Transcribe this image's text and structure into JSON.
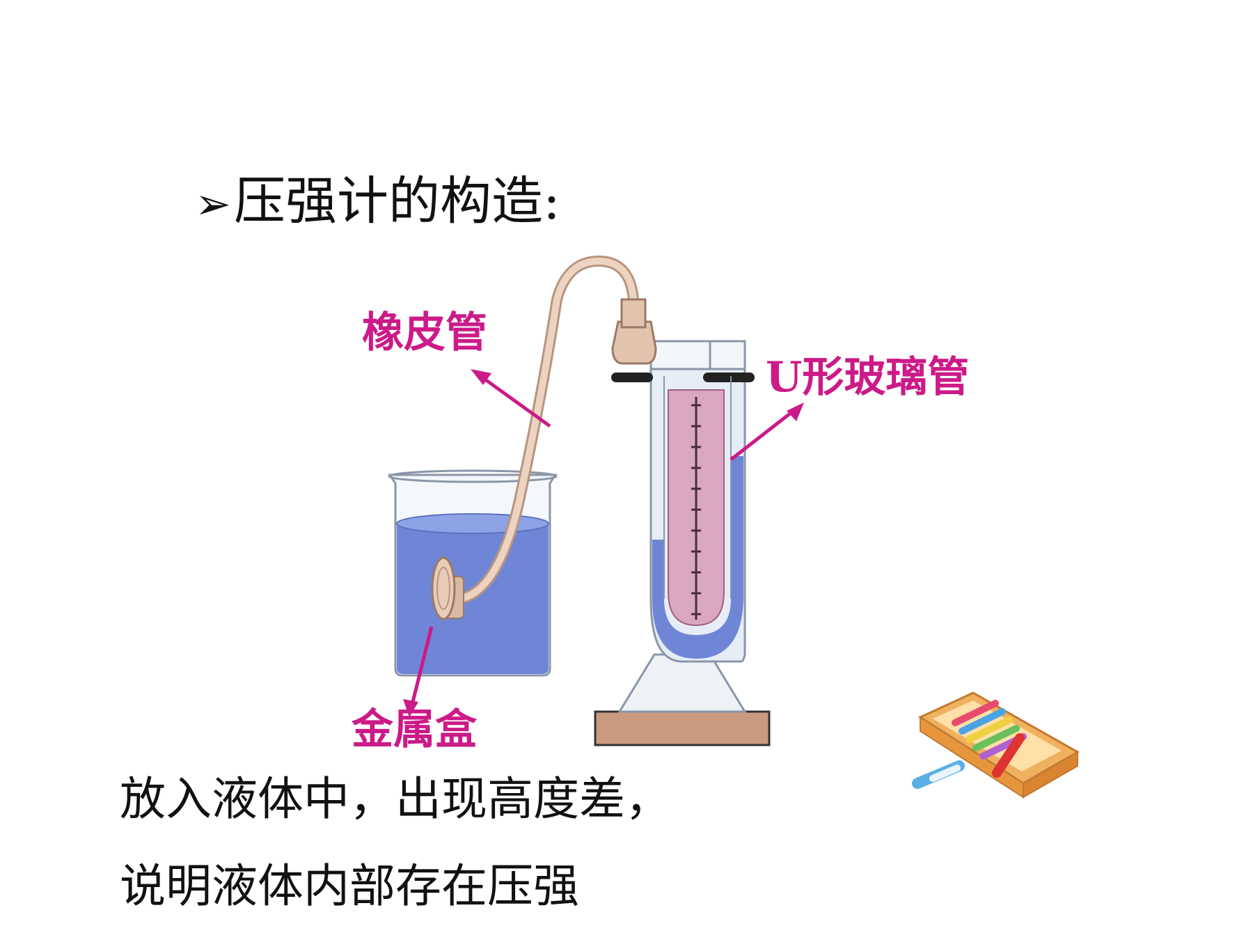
{
  "title": {
    "arrow": "➢",
    "text": "压强计的构造:"
  },
  "labels": {
    "rubber_tube": "橡皮管",
    "u_tube": "U形玻璃管",
    "metal_box": "金属盒"
  },
  "body": {
    "line1": "放入液体中，出现高度差，",
    "line2": "说明液体内部存在压强"
  },
  "colors": {
    "label": "#cc1a88",
    "liquid": "#6f86d6",
    "tube": "#e6c8b4",
    "scale": "#d9a8c0",
    "base": "#c89a80"
  },
  "icons": [
    "crayon-box-icon"
  ]
}
